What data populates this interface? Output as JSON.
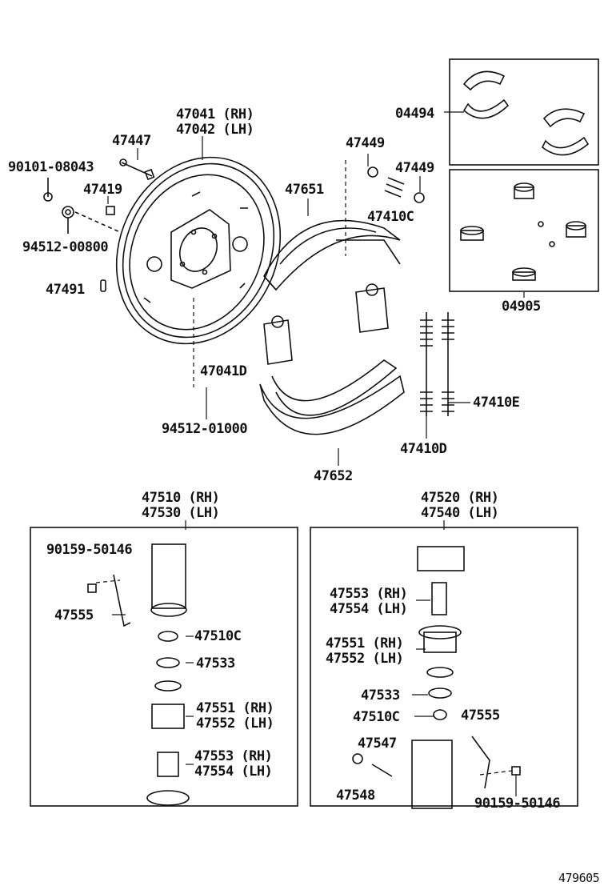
{
  "labels": {
    "p47041_rh": "47041 (RH)",
    "p47042_lh": "47042 (LH)",
    "p47447": "47447",
    "p90101": "90101-08043",
    "p47419": "47419",
    "p94512_00800": "94512-00800",
    "p47491": "47491",
    "p47651": "47651",
    "p47449_a": "47449",
    "p47449_b": "47449",
    "p47410c": "47410C",
    "p04494": "04494",
    "p04905": "04905",
    "p47041d": "47041D",
    "p94512_01000": "94512-01000",
    "p47410e": "47410E",
    "p47410d": "47410D",
    "p47652": "47652",
    "p47510_rh": "47510 (RH)",
    "p47530_lh": "47530 (LH)",
    "p47520_rh": "47520 (RH)",
    "p47540_lh": "47540 (LH)",
    "l_90159": "90159-50146",
    "l_47555": "47555",
    "l_47510c": "47510C",
    "l_47533": "47533",
    "l_47551": "47551 (RH)",
    "l_47552": "47552 (LH)",
    "l_47553": "47553 (RH)",
    "l_47554": "47554 (LH)",
    "r_47553": "47553 (RH)",
    "r_47554": "47554 (LH)",
    "r_47551": "47551 (RH)",
    "r_47552": "47552 (LH)",
    "r_47533": "47533",
    "r_47510c": "47510C",
    "r_47555": "47555",
    "r_47547": "47547",
    "r_47548": "47548",
    "r_90159": "90159-50146",
    "figure_id": "479605"
  }
}
